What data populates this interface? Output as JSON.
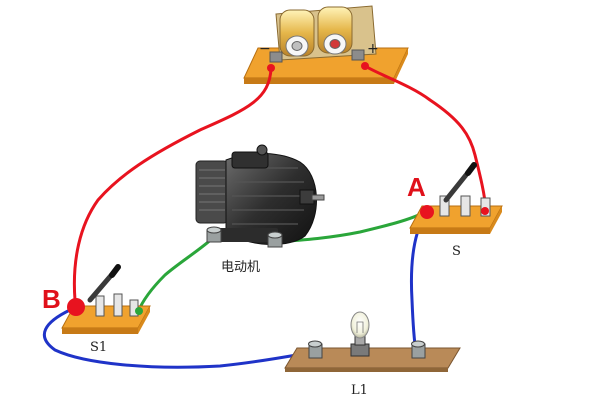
{
  "labels": {
    "motor": "电动机",
    "switch_s": "S",
    "switch_s1": "S1",
    "lamp": "L1",
    "point_a": "A",
    "point_b": "B"
  },
  "battery_terminals": {
    "negative": "−",
    "positive": "+"
  },
  "wire_colors": {
    "red": "#e8131f",
    "blue": "#1f33c8",
    "green": "#2aa63a"
  },
  "board_color": "#f0a22e",
  "base_color": "#b98a58"
}
